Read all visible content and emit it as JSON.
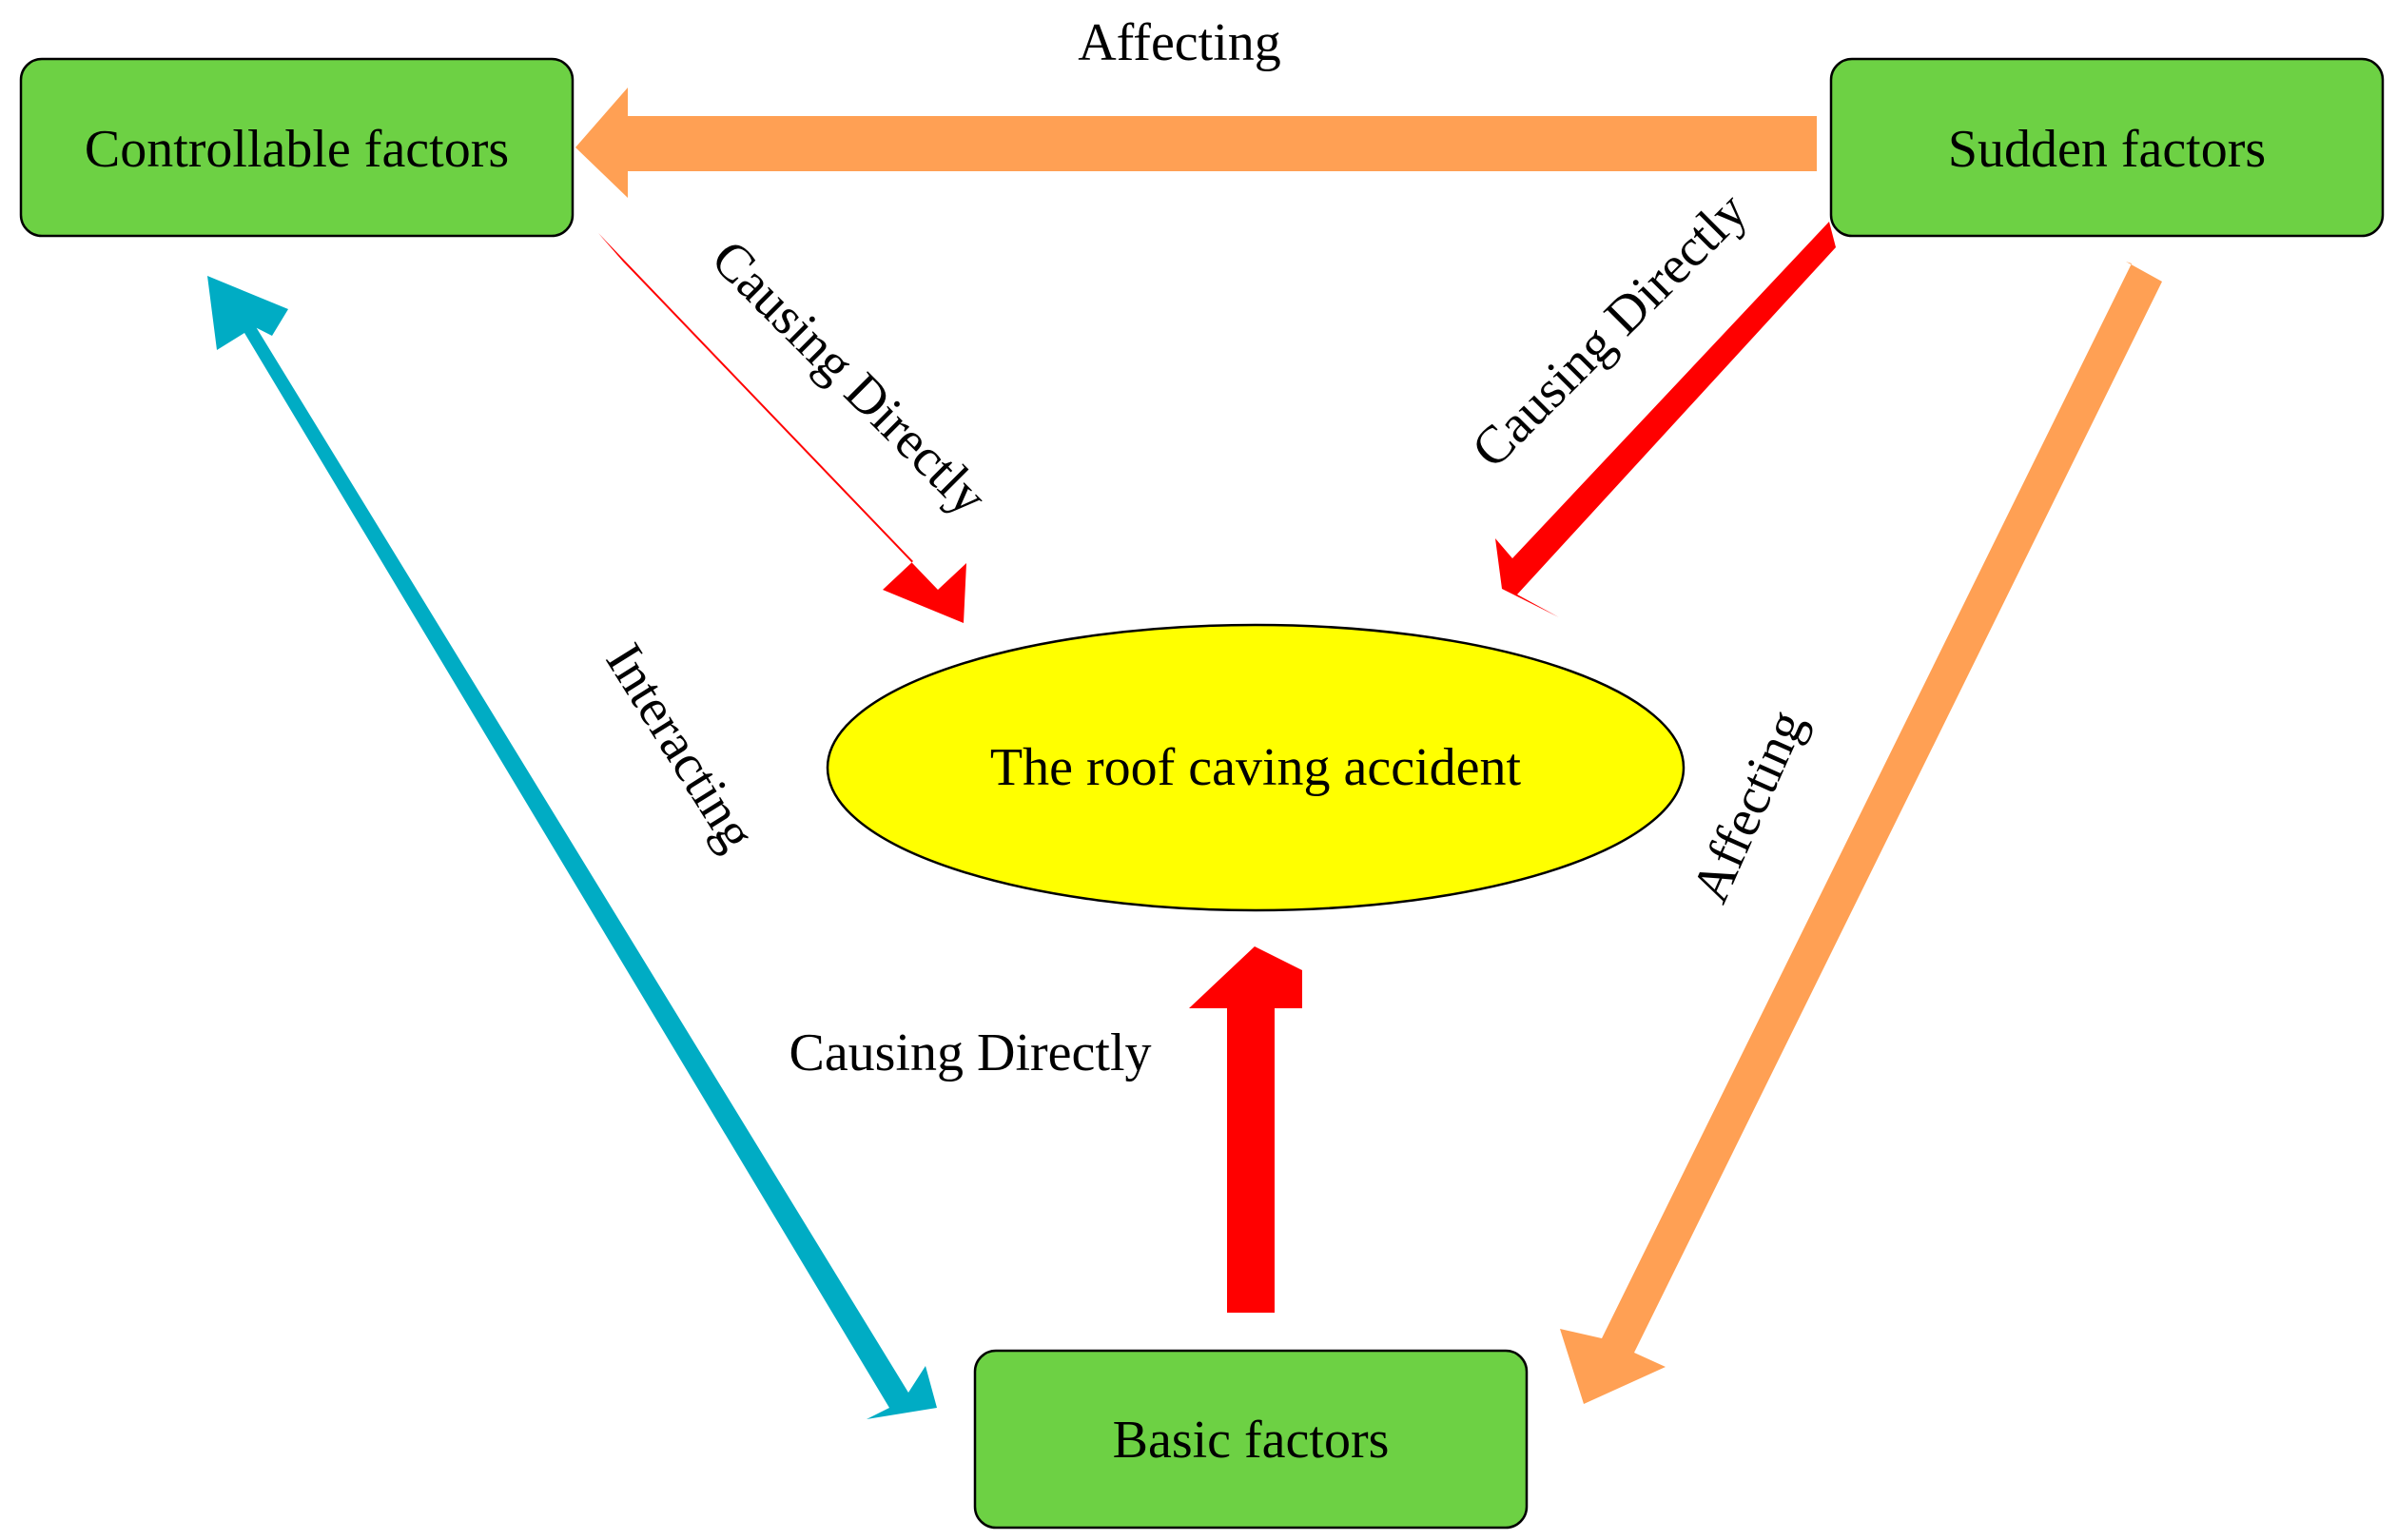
{
  "colors": {
    "box_fill": "#6dd144",
    "ellipse_fill": "#ffff00",
    "cause_arrow": "#ff0000",
    "affect_arrow": "#ffa054",
    "interact_arrow": "#00acc4"
  },
  "nodes": {
    "controllable": "Controllable factors",
    "sudden": "Sudden factors",
    "basic": "Basic factors",
    "accident": "The roof caving accident"
  },
  "edges": {
    "affecting_top": "Affecting",
    "causing_left": "Causing Directly",
    "causing_right": "Causing Directly",
    "causing_bottom": "Causing Directly",
    "interacting": "Interacting",
    "affecting_right": "Affecting"
  }
}
